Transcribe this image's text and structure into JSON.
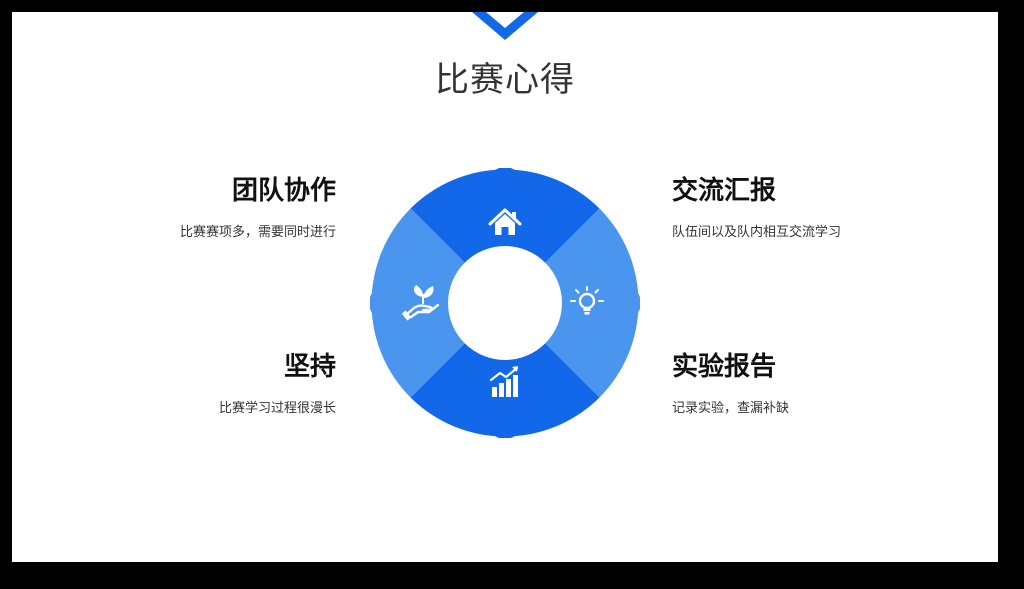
{
  "title": "比赛心得",
  "colors": {
    "dark_blue": "#1268E8",
    "light_blue": "#4A96EE",
    "text_dark": "#111111",
    "text_body": "#333333"
  },
  "items": {
    "top_left": {
      "heading": "团队协作",
      "description": "比赛赛项多，需要同时进行",
      "icon": "home-icon"
    },
    "top_right": {
      "heading": "交流汇报",
      "description": "队伍间以及队内相互交流学习",
      "icon": "lightbulb-icon"
    },
    "bottom_left": {
      "heading": "坚持",
      "description": "比赛学习过程很漫长",
      "icon": "hand-plant-icon"
    },
    "bottom_right": {
      "heading": "实验报告",
      "description": "记录实验，查漏补缺",
      "icon": "chart-growth-icon"
    }
  }
}
